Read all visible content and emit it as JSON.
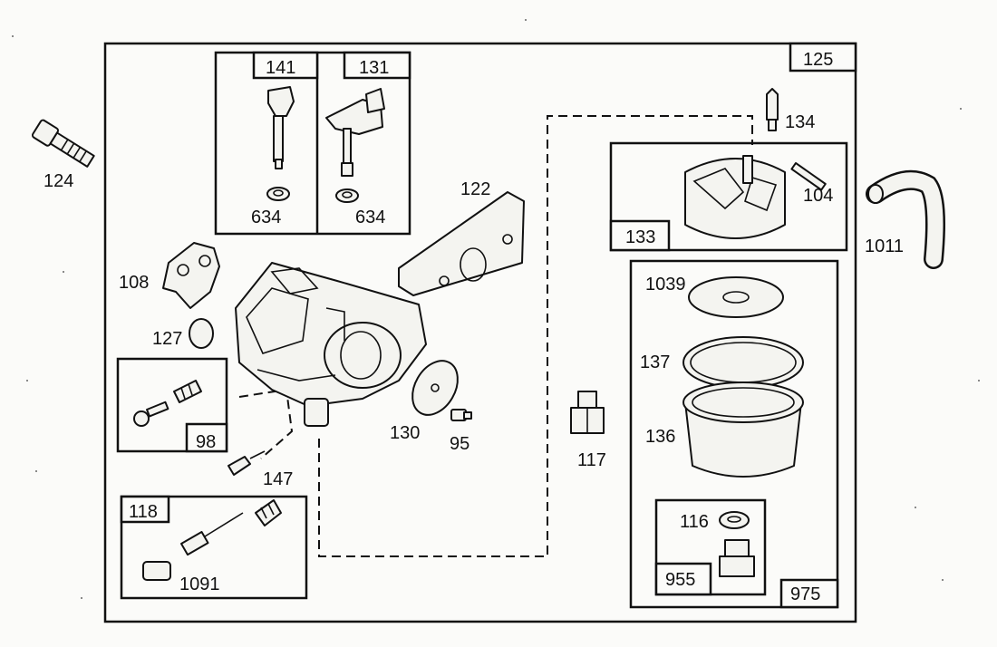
{
  "diagram": {
    "parts": {
      "p124": "124",
      "p141": "141",
      "p131": "131",
      "p634a": "634",
      "p634b": "634",
      "p125": "125",
      "p134": "134",
      "p122": "122",
      "p104": "104",
      "p133": "133",
      "p1011": "1011",
      "p108": "108",
      "p1039": "1039",
      "p127": "127",
      "p137": "137",
      "p98": "98",
      "p130": "130",
      "p95": "95",
      "p136": "136",
      "p117": "117",
      "p147": "147",
      "p118": "118",
      "p116": "116",
      "p1091": "1091",
      "p955": "955",
      "p975": "975"
    }
  }
}
